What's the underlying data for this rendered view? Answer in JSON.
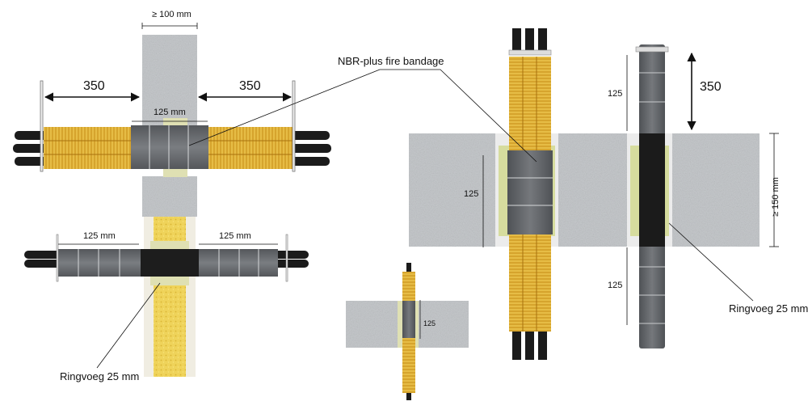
{
  "left_diagram": {
    "wall_min_thickness": "≥ 100 mm",
    "insulation_length_left": "350",
    "insulation_length_right": "350",
    "bandage_width_top": "125 mm",
    "bandage_width_bottom_left": "125 mm",
    "bandage_width_bottom_right": "125 mm",
    "annular_gap": "Ringvoeg 25 mm"
  },
  "right_diagram": {
    "product": "NBR-plus fire bandage",
    "insulation_length": "350",
    "bandage_above": "125",
    "bandage_in_wall": "125",
    "bandage_below": "125",
    "floor_min_thickness": "≥ 150 mm",
    "annular_gap": "Ringvoeg 25 mm"
  },
  "small_diagram": {
    "bandage_width": "125"
  },
  "colors": {
    "concrete": "#c6c9cc",
    "insulation_yellow": "#e2b438",
    "bandage_grey": "#66696d",
    "filler_green": "#dfe0b3",
    "cable_black": "#1b1b1b"
  }
}
